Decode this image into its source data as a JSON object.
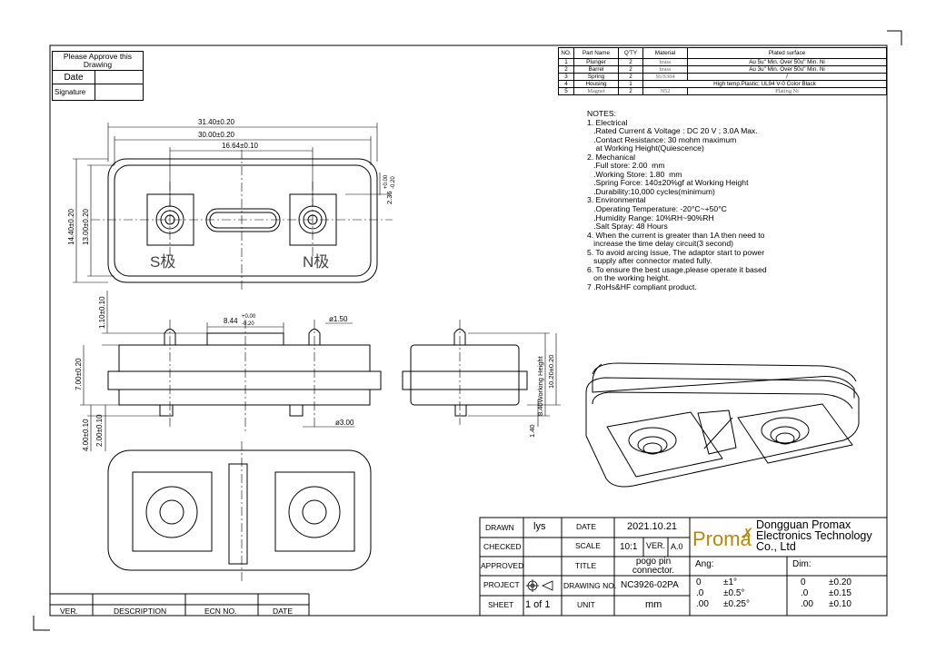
{
  "approve_box": {
    "title": "Please Approve this Drawing",
    "date_label": "Date",
    "signature_label": "Signature"
  },
  "parts_table": {
    "headers": [
      "NO.",
      "Part Name",
      "Q'TY",
      "Material",
      "Plated surface"
    ],
    "rows": [
      [
        "1",
        "Plunger",
        "2",
        "brass",
        "Au 5u\" Min. Over 50u\" Min. Ni"
      ],
      [
        "2",
        "Barrel",
        "2",
        "brass",
        "Au 3u\" Min. Over 50u\" Min. Ni"
      ],
      [
        "3",
        "Spring",
        "2",
        "SUS304",
        ""
      ],
      [
        "4",
        "Housing",
        "1",
        "High temp.Plastic; UL94 V-0 Color Black",
        ""
      ],
      [
        "5",
        "Magnet",
        "2",
        "N52",
        "Plating Ni"
      ]
    ]
  },
  "notes": [
    "NOTES:",
    "1. Electrical",
    "   .Rated Current & Voltage : DC 20 V ; 3.0A Max.",
    "   .Contact Resistance: 30 mohm maximum",
    "    at Working Height(Quiescence)",
    "2. Mechanical",
    "   .Full store: 2.00  mm",
    "   .Working Store: 1.80  mm",
    "   .Spring Force: 140±20%gf at Working Height",
    "   .Durability:10,000 cycles(minimum)",
    "3. Environmental",
    "   .Operating Temperature: -20°C~+50°C",
    "   .Humidity Range: 10%RH~90%RH",
    "   .Salt Spray: 48 Hours",
    "4. When the current is greater than 1A then need to",
    "   increase the time delay circuit(3 second)",
    "5. To avoid arcing issue, The adaptor start to power",
    "   supply after connector mated fully.",
    "6. To ensure the best usage,please operate it based",
    "   on the working height.",
    "7 .RoHs&HF compliant product."
  ],
  "dims": {
    "d1": "31.40±0.20",
    "d2": "30.00±0.20",
    "d3": "16.64±0.10",
    "d4": "2.36",
    "d4_tol_up": "+0.00",
    "d4_tol_dn": "-0.20",
    "d5": "14.40±0.20",
    "d6": "13.00±0.20",
    "pole_s": "S极",
    "pole_n": "N极",
    "d7": "1.10±0.10",
    "d8": "8.44",
    "d8_tol_up": "+0.00",
    "d8_tol_dn": "-0.20",
    "d9": "ø1.50",
    "d10": "7.00±0.20",
    "d11": "ø3.00",
    "d12": "4.00±0.10",
    "d13": "2.00±0.10",
    "d14": "8.40Working Height",
    "d15": "10.20±0.20",
    "d16": "1.40"
  },
  "title_block": {
    "drawn_label": "DRAWN",
    "drawn_value": "lys",
    "checked_label": "CHECKED",
    "approved_label": "APPROVED",
    "project_label": "PROJECT",
    "sheet_label": "SHEET",
    "sheet_value": "1  of  1",
    "date_label": "DATE",
    "date_value": "2021.10.21",
    "scale_label": "SCALE",
    "scale_value": "10:1",
    "ver_label": "VER.",
    "ver_value": "A.0",
    "title_label": "TITLE",
    "title_value": "pogo pin connector.",
    "drawing_no_label": "DRAWING NO.",
    "drawing_no_value": "NC3926-02PA",
    "unit_label": "UNIT",
    "unit_value": "mm",
    "logo_text": "Proma",
    "company": "Dongguan Promax Electronics Technology Co., Ltd",
    "ang_label": "Ang:",
    "dim_label": "Dim:",
    "ang_rows": [
      [
        "0",
        "±1°"
      ],
      [
        ".0",
        "±0.5°"
      ],
      [
        ".00",
        "±0.25°"
      ]
    ],
    "dim_rows": [
      [
        "0",
        "±0.20"
      ],
      [
        ".0",
        "±0.15"
      ],
      [
        ".00",
        "±0.10"
      ]
    ]
  },
  "revision_table": {
    "headers": [
      "VER.",
      "DESCRIPTION",
      "ECN NO.",
      "DATE"
    ]
  }
}
